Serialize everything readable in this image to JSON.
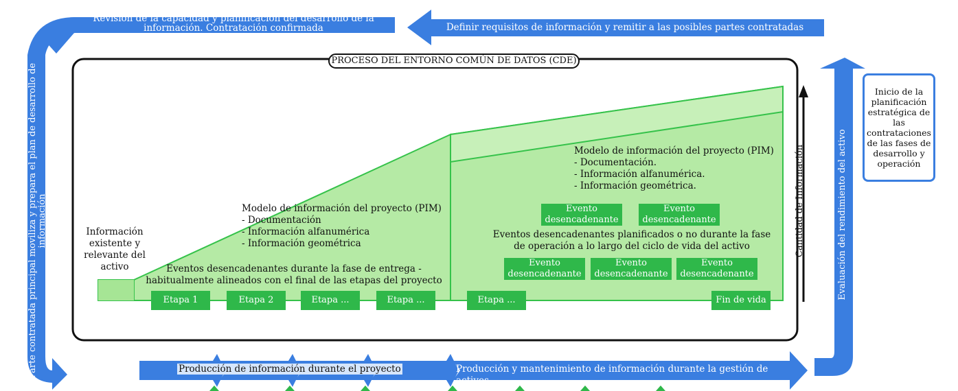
{
  "top_left_arrow": "Revisión de la capacidad y planificación del desarrollo de la información. Contratación confirmada",
  "top_right_arrow": "Definir requisitos de información y remitir a las posibles partes contratadas",
  "left_vertical_arrow": "Parte contratada principal moviliza y prepara el plan de desarrollo de información",
  "right_vertical_arrow": "Evaluación del rendimiento del activo",
  "strategy_box": "Inicio de la planificación estratégica de las contrataciones de las fases de desarrollo y operación",
  "cde_title": "PROCESO DEL ENTORNO COMÚN DE DATOS (CDE)",
  "existing_info": "Información existente y relevante del activo",
  "pim_delivery": {
    "title": "Modelo de información del proyecto (PIM)",
    "items": [
      "- Documentación",
      "- Información alfanumérica",
      "- Información geométrica"
    ]
  },
  "delivery_events": "Eventos desencadenantes durante la fase de entrega - habitualmente alineados con el final de las etapas del proyecto",
  "pim_operation": {
    "title": "Modelo de información del proyecto (PIM)",
    "items": [
      "- Documentación.",
      "- Información alfanumérica.",
      "- Información geométrica."
    ]
  },
  "operation_events": "Eventos desencadenantes planificados o no durante la fase de operación a lo largo del ciclo de vida del activo",
  "event_label": "Evento desencadenante",
  "stages": [
    "Etapa 1",
    "Etapa 2",
    "Etapa ...",
    "Etapa ...",
    "Etapa ...",
    "Fin de vida"
  ],
  "info_quantity_axis": "Cantidad de Información",
  "bottom_project": "Producción de información durante el proyecto",
  "bottom_assets": "Producción y mantenimiento de información durante la gestión de activos",
  "colors": {
    "arrow_blue": "#3a7ee0",
    "green_fill": "#b5eaa5",
    "green_mid": "#93df80",
    "green_stroke": "#35c24a",
    "green_box": "#2fb84a"
  }
}
